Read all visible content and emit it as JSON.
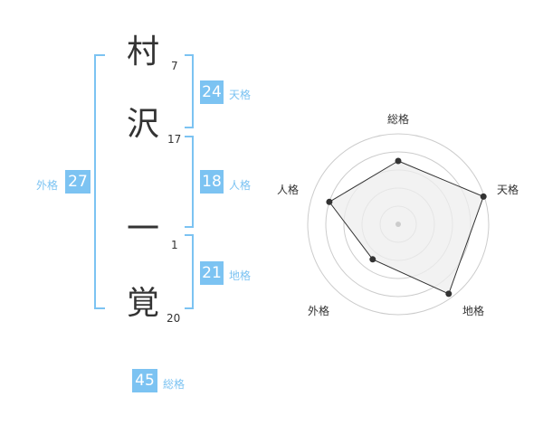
{
  "name": {
    "chars": [
      {
        "char": "村",
        "strokes": "7"
      },
      {
        "char": "沢",
        "strokes": "17"
      },
      {
        "char": "一",
        "strokes": "1"
      },
      {
        "char": "覚",
        "strokes": "20"
      }
    ]
  },
  "fortunes": {
    "tenkaku": {
      "value": "24",
      "label": "天格"
    },
    "jinkaku": {
      "value": "18",
      "label": "人格"
    },
    "chikaku": {
      "value": "21",
      "label": "地格"
    },
    "gaikaku": {
      "value": "27",
      "label": "外格"
    },
    "soukaku": {
      "value": "45",
      "label": "総格"
    }
  },
  "chart_data": {
    "type": "radar",
    "axes": [
      "総格",
      "天格",
      "地格",
      "外格",
      "人格"
    ],
    "rings": 5,
    "values": [
      0.7,
      0.99,
      0.95,
      0.48,
      0.8
    ],
    "colors": {
      "line": "#333333",
      "fill": "#eeeeee",
      "grid": "#cccccc",
      "badge": "#7cc3f2"
    }
  }
}
